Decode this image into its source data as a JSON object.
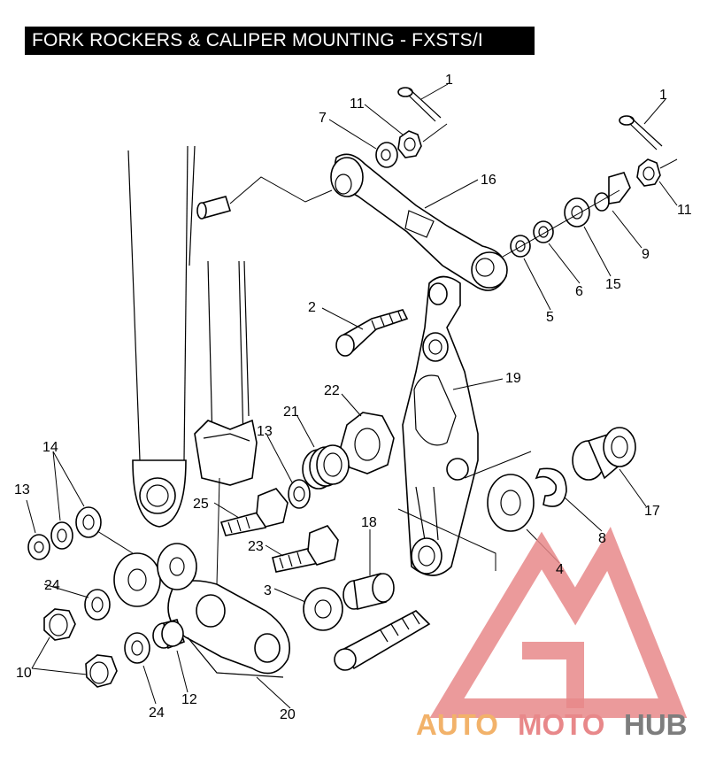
{
  "title": "FORK ROCKERS & CALIPER MOUNTING - FXSTS/I",
  "callouts": {
    "c1a": "1",
    "c1b": "1",
    "c2": "2",
    "c3": "3",
    "c4": "4",
    "c5": "5",
    "c6": "6",
    "c7": "7",
    "c8": "8",
    "c9": "9",
    "c10": "10",
    "c11a": "11",
    "c11b": "11",
    "c12": "12",
    "c13a": "13",
    "c13b": "13",
    "c14": "14",
    "c15": "15",
    "c16": "16",
    "c17": "17",
    "c18": "18",
    "c19": "19",
    "c20": "20",
    "c21": "21",
    "c22": "22",
    "c23": "23",
    "c24a": "24",
    "c24b": "24",
    "c25": "25"
  },
  "watermark": {
    "part1": "AUTO",
    "part2": "MOTO",
    "part3": "HUB"
  },
  "colors": {
    "watermark_orange": "#f2b26a",
    "watermark_red": "#e8888a",
    "watermark_gray": "#7d7d7d"
  }
}
